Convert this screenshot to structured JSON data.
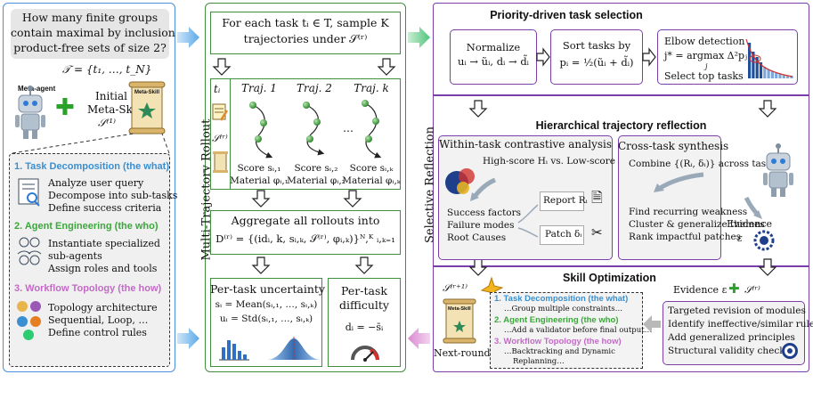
{
  "left": {
    "question": [
      "How many finite groups",
      "contain maximal by inclusion",
      "product-free sets of size 2?"
    ],
    "task_set": "𝒯 = {t₁, …, t_N}",
    "meta_agent_label": "Meta-agent",
    "initial_label": [
      "Initial",
      "Meta-Skill",
      "𝒮⁽¹⁾"
    ],
    "scroll_label": "Meta-Skill",
    "sections": [
      {
        "title": "1. Task Decomposition (the what)",
        "color": "#3a8fd0",
        "items": [
          "Analyze user query",
          "Decompose into sub-tasks",
          "Define success criteria"
        ]
      },
      {
        "title": "2. Agent Engineering (the who)",
        "color": "#3aa83a",
        "items": [
          "Instantiate specialized",
          "sub-agents",
          "Assign roles and tools"
        ]
      },
      {
        "title": "3. Workflow Topology (the how)",
        "color": "#c36ac7",
        "items": [
          "Topology architecture",
          "Sequential, Loop, …",
          "Define control rules"
        ]
      }
    ]
  },
  "middle": {
    "side_label": "Multi-Trajectory Rollout",
    "header": [
      "For each task tᵢ ∈ T, sample K",
      "trajectories under 𝒮⁽ʳ⁾"
    ],
    "ti": "tᵢ",
    "sr": "𝒮⁽ʳ⁾",
    "ellipsis": "…",
    "trajs": [
      {
        "name": "Traj. 1",
        "score": "Score sᵢ,₁",
        "material": "Material φᵢ,₁"
      },
      {
        "name": "Traj. 2",
        "score": "Score sᵢ,₂",
        "material": "Material φᵢ,₂"
      },
      {
        "name": "Traj. k",
        "score": "Score sᵢ,ₖ",
        "material": "Material φᵢ,ₖ"
      }
    ],
    "aggregate": [
      "Aggregate all rollouts into",
      "D⁽ʳ⁾ = {(idᵢ, k, sᵢ,ₖ, 𝒮⁽ʳ⁾, φᵢ,ₖ)}ᴺ,ᴷ ᵢ,ₖ₌₁"
    ],
    "uncertainty": [
      "Per-task uncertainty",
      "sᵢ = Mean(sᵢ,₁, …, sᵢ,ₖ)",
      "uᵢ = Std(sᵢ,₁, …, sᵢ,ₖ)"
    ],
    "difficulty": [
      "Per-task",
      "difficulty",
      "dᵢ = −s̄ᵢ"
    ]
  },
  "right": {
    "side_label": "Selective Reflection",
    "priority": {
      "title": "Priority-driven task selection",
      "normalize": [
        "Normalize",
        "uᵢ → ũᵢ, dᵢ → d̃ᵢ"
      ],
      "sort": [
        "Sort tasks by",
        "pᵢ = ½(ũᵢ + d̃ᵢ)"
      ],
      "elbow": [
        "Elbow detection",
        "j* = argmax Δ²pⱼ",
        "j",
        "Select top tasks"
      ]
    },
    "hier": {
      "title": "Hierarchical trajectory reflection",
      "within_title": "Within-task contrastive analysis",
      "within_sub": "High-score Hᵢ vs. Low-score Lᵢ",
      "within_items": [
        "Success factors",
        "Failure modes",
        "Root Causes"
      ],
      "report": "Report Rᵢ",
      "patch": "Patch δᵢ",
      "cross_title": "Cross-task synthesis",
      "cross_sub": "Combine {(Rᵢ, δᵢ)} across tasks",
      "cross_items": [
        "Find recurring weakness",
        "Cluster & generalize themes",
        "Rank impactful patches"
      ],
      "evidence": "Evidence",
      "evidence_sym": "ε"
    },
    "skill": {
      "title": "Skill Optimization",
      "next_sr": "𝒮⁽ʳ⁺¹⁾",
      "next_round": "Next-round",
      "scroll_label": "Meta-Skill",
      "sections": [
        {
          "title": "1. Task Decomposition (the what)",
          "color": "#3a8fd0",
          "detail": "…Group multiple constraints…"
        },
        {
          "title": "2. Agent Engineering (the who)",
          "color": "#3aa83a",
          "detail": "…Add a validator before final output…"
        },
        {
          "title": "3. Workflow Topology (the how)",
          "color": "#c36ac7",
          "detail": "…Backtracking and Dynamic"
        }
      ],
      "replanning": "Replanning…",
      "evidence_header": "Evidence ε",
      "evidence_plus": "𝒮⁽ʳ⁾",
      "revision_items": [
        "Targeted revision of modules",
        "Identify ineffective/similar rules",
        "Add generalized principles",
        "Structural validity check"
      ]
    }
  },
  "colors": {
    "left_border": "#4a8fd8",
    "mid_border": "#3f8f3f",
    "right_border": "#7a3fa8"
  }
}
